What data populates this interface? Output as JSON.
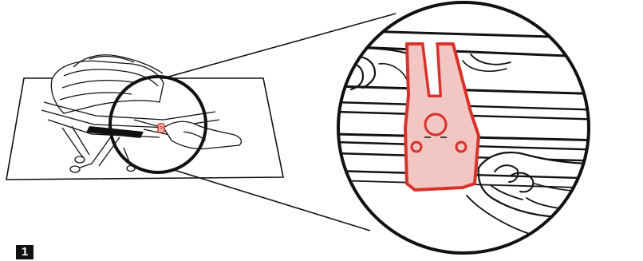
{
  "step": {
    "number": "1"
  },
  "colors": {
    "line": "#111111",
    "highlight": "#d8322b",
    "highlight_fill": "#f2c6c3",
    "background": "#ffffff"
  },
  "icons": {
    "step_badge": "number-badge",
    "zoom": "magnifier-circle",
    "part": "release-lever"
  }
}
